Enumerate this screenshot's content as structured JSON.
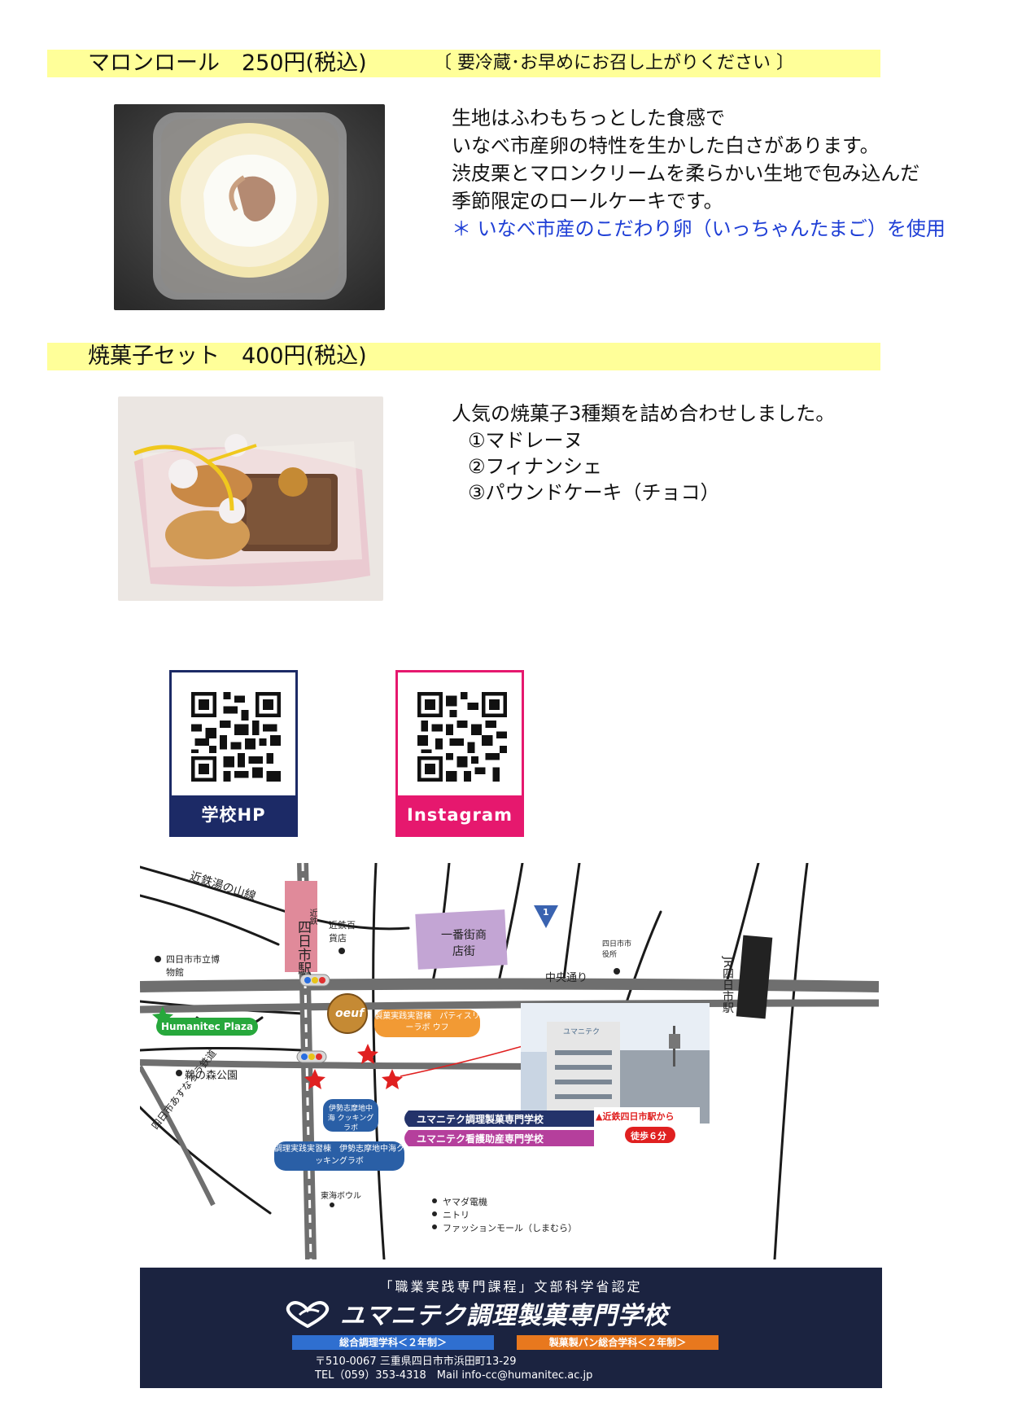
{
  "products": [
    {
      "name": "マロンロール　250円(税込)",
      "note": "〔 要冷蔵･お早めにお召し上がりください 〕",
      "description": [
        "生地はふわもちっとした食感で",
        "いなべ市産卵の特性を生かした白さがあります。",
        "渋皮栗とマロンクリームを柔らかい生地で包み込んだ",
        "季節限定のロールケーキです。"
      ],
      "highlight": "＊ いなべ市産のこだわり卵（いっちゃんたまご）を使用"
    },
    {
      "name": "焼菓子セット　400円(税込)",
      "description": [
        "人気の焼菓子3種類を詰め合わせしました。"
      ],
      "items": [
        "①マドレーヌ",
        "②フィナンシェ",
        "③パウンドケーキ（チョコ）"
      ]
    }
  ],
  "qr_codes": [
    {
      "caption": "学校HP",
      "color": "#1c2a66"
    },
    {
      "caption": "Instagram",
      "color": "#e6186e"
    }
  ],
  "map": {
    "line_yunoyama": "近鉄湯の山線",
    "station_kintetsu_small": "近鉄",
    "station_kintetsu": "四日市駅",
    "department_store": "近鉄百貨店",
    "museum": "四日市市立博物館",
    "ichibangai": "一番街商店街",
    "city_hall": "四日市市役所",
    "chuo_dori": "中央通り",
    "jr_station": "JR四日市駅",
    "route_number": "1",
    "humanitec_plaza": "Humanitec Plaza",
    "park": "鵜の森公園",
    "pastry_lab": "製菓実践実習棟　パティスリーラボ ウフ",
    "oeuf_logo": "oeuf",
    "cooking_lab_badge": "伊勢志摩地中海 クッキングラボ",
    "cooking_lab": "調理実践実習棟　伊勢志摩地中海クッキングラボ",
    "asunarou": "四日市あすなろう鉄道",
    "school1": "ユマニテク調理製菓専門学校",
    "school2": "ユマニテク看護助産専門学校",
    "from_station": "▲近鉄四日市駅から",
    "walk": "徒歩６分",
    "tokai_bowl": "東海ボウル",
    "yamada": "ヤマダ電機",
    "nitori": "ニトリ",
    "fashion_mall": "ファッションモール（しまむら）",
    "school_sign": "ユマニテク"
  },
  "footer": {
    "certification": "「職業実践専門課程」文部科学省認定",
    "school_name": "ユマニテク調理製菓専門学校",
    "dept1": "総合調理学科＜２年制＞",
    "dept2": "製菓製パン総合学科＜２年制＞",
    "address": "〒510-0067 三重県四日市市浜田町13-29",
    "tel": "TEL（059）353-4318　Mail info-cc@humanitec.ac.jp",
    "dept1_color": "#2f6fd0",
    "dept2_color": "#e8781e"
  }
}
